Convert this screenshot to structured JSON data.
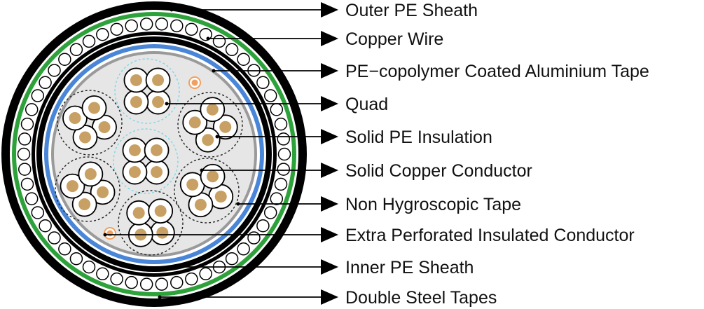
{
  "labels": [
    {
      "id": "outer-pe-sheath",
      "text": "Outer PE Sheath"
    },
    {
      "id": "copper-wire",
      "text": "Copper Wire"
    },
    {
      "id": "pe-copolymer-coated-aluminium-tape",
      "text": "PE−copolymer Coated Aluminium Tape"
    },
    {
      "id": "quad",
      "text": "Quad"
    },
    {
      "id": "solid-pe-insulation",
      "text": "Solid PE Insulation"
    },
    {
      "id": "solid-copper-conductor",
      "text": "Solid Copper Conductor"
    },
    {
      "id": "non-hygroscopic-tape",
      "text": "Non Hygroscopic Tape"
    },
    {
      "id": "extra-perforated-insulated-conductor",
      "text": "Extra Perforated Insulated Conductor"
    },
    {
      "id": "inner-pe-sheath",
      "text": "Inner PE Sheath"
    },
    {
      "id": "double-steel-tapes",
      "text": "Double Steel Tapes"
    }
  ],
  "colors": {
    "sheath": "#000000",
    "green_layer": "#2ea23a",
    "copper_wire": "#ffffff",
    "aluminium_tape_blue": "#4a86d8",
    "grey_tape": "#9a9a9a",
    "core_fill": "#e6e6e6",
    "conductor": "#c8a064",
    "extra_conductor": "#f0a060",
    "quad_center_boundary": "#7fd6e6"
  }
}
